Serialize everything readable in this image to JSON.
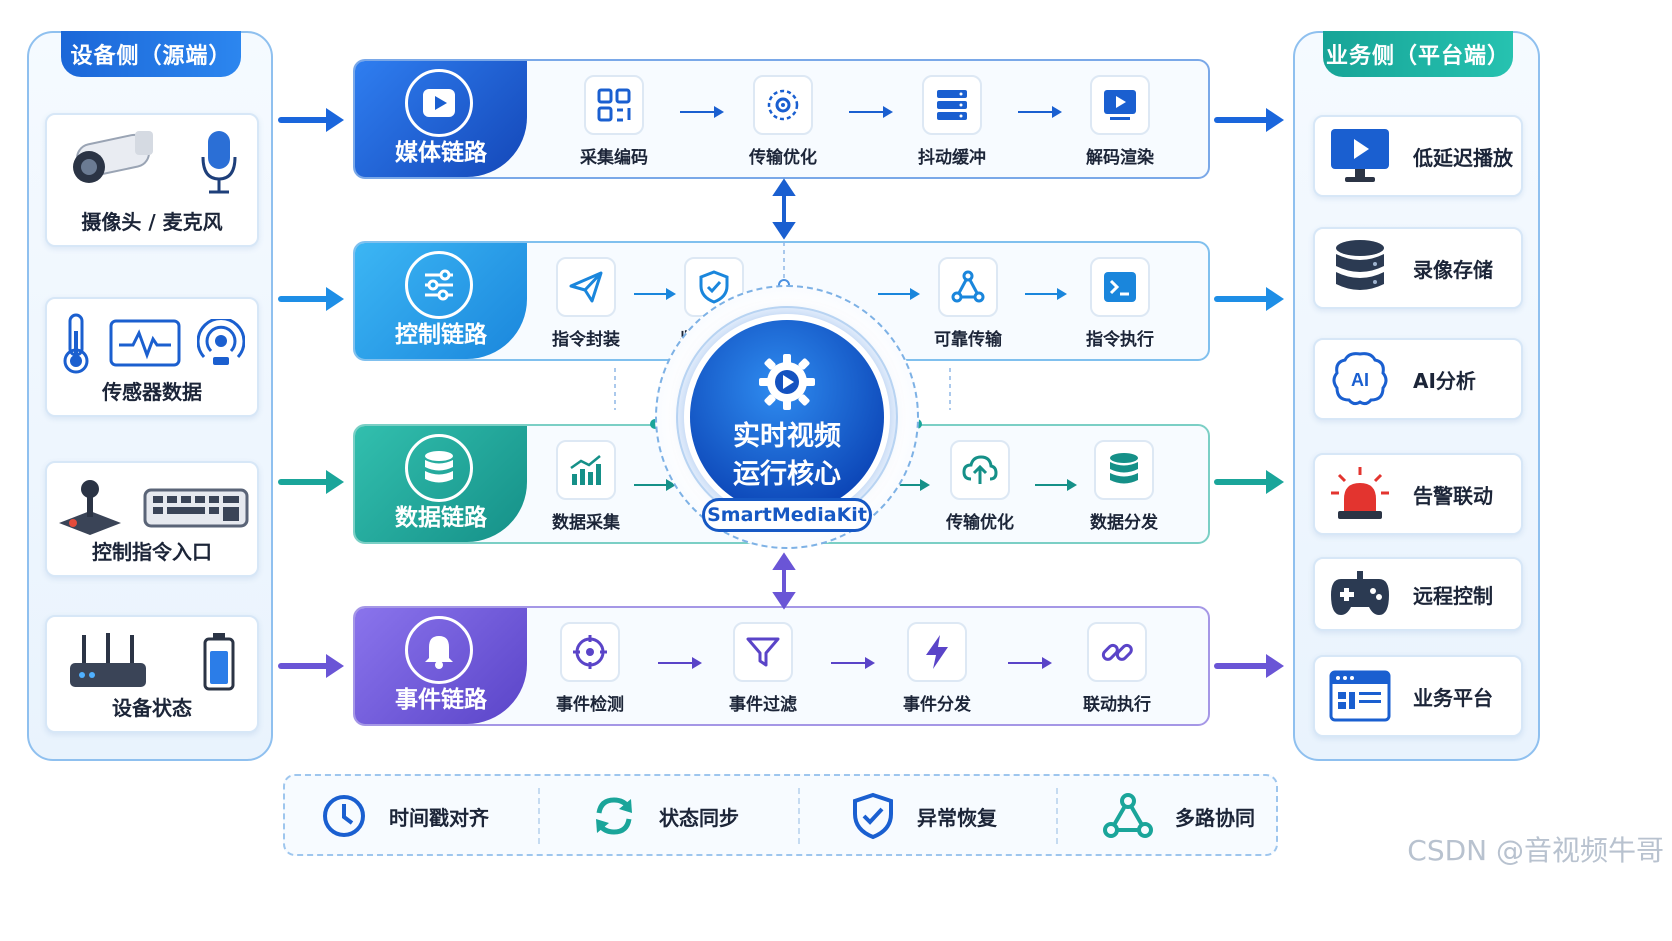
{
  "left_panel": {
    "title": "设备侧（源端）",
    "cards": [
      {
        "label": "摄像头 / 麦克风",
        "icons": [
          "camera-icon",
          "microphone-icon"
        ]
      },
      {
        "label": "传感器数据",
        "icons": [
          "thermometer-icon",
          "waveform-icon",
          "signal-icon"
        ]
      },
      {
        "label": "控制指令入口",
        "icons": [
          "joystick-icon",
          "keyboard-icon"
        ]
      },
      {
        "label": "设备状态",
        "icons": [
          "router-icon",
          "battery-icon"
        ]
      }
    ]
  },
  "right_panel": {
    "title": "业务侧（平台端）",
    "cards": [
      {
        "label": "低延迟播放",
        "icon": "monitor-play-icon"
      },
      {
        "label": "录像存储",
        "icon": "database-icon"
      },
      {
        "label": "AI分析",
        "icon": "ai-brain-icon",
        "icon_text": "AI"
      },
      {
        "label": "告警联动",
        "icon": "alarm-light-icon"
      },
      {
        "label": "远程控制",
        "icon": "gamepad-icon"
      },
      {
        "label": "业务平台",
        "icon": "dashboard-icon"
      }
    ]
  },
  "chains": [
    {
      "name": "媒体链路",
      "color": "#1a5fd0",
      "steps": [
        "采集编码",
        "传输优化",
        "抖动缓冲",
        "解码渲染"
      ]
    },
    {
      "name": "控制链路",
      "color": "#1e9ee8",
      "steps": [
        "指令封装",
        "鉴权校验",
        "可靠传输",
        "指令执行"
      ]
    },
    {
      "name": "数据链路",
      "color": "#1aa59a",
      "steps": [
        "数据采集",
        "传输优化",
        "数据分发"
      ]
    },
    {
      "name": "事件链路",
      "color": "#6a55d6",
      "steps": [
        "事件检测",
        "事件过滤",
        "事件分发",
        "联动执行"
      ]
    }
  ],
  "core": {
    "line1": "实时视频",
    "line2": "运行核心",
    "badge": "SmartMediaKit"
  },
  "bottom": [
    "时间戳对齐",
    "状态同步",
    "异常恢复",
    "多路协同"
  ],
  "watermark": "CSDN @音视频牛哥"
}
